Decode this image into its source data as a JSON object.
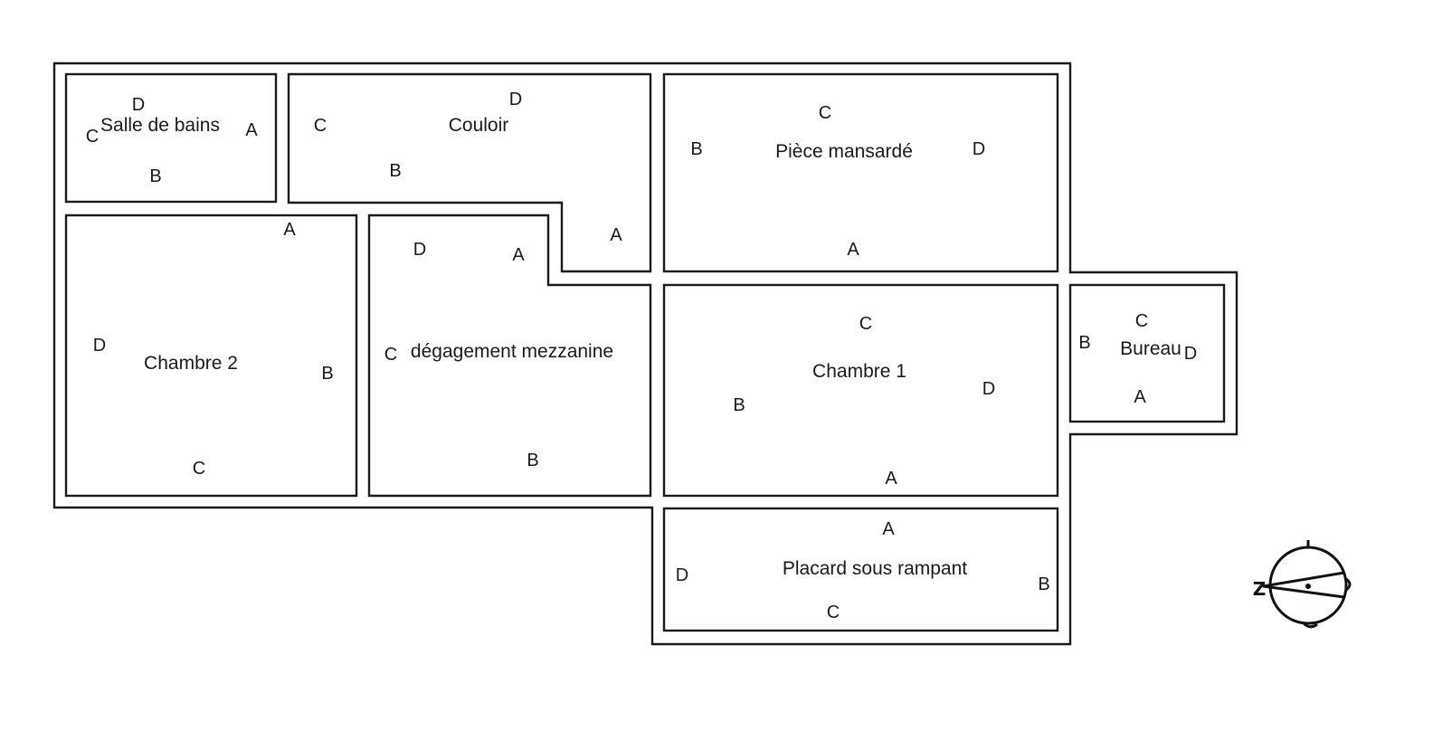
{
  "rooms": [
    {
      "id": "salle-de-bains",
      "name": "Salle de bains",
      "walls": {
        "A": "A",
        "B": "B",
        "C": "C",
        "D": "D"
      }
    },
    {
      "id": "couloir",
      "name": "Couloir",
      "walls": {
        "A": "A",
        "B": "B",
        "C": "C",
        "D": "D"
      }
    },
    {
      "id": "piece-mansarde",
      "name": "Pièce mansardé",
      "walls": {
        "A": "A",
        "B": "B",
        "C": "C",
        "D": "D"
      }
    },
    {
      "id": "chambre-2",
      "name": "Chambre 2",
      "walls": {
        "A": "A",
        "B": "B",
        "C": "C",
        "D": "D"
      }
    },
    {
      "id": "degagement-mezzanine",
      "name": "dégagement mezzanine",
      "walls": {
        "A": "A",
        "B": "B",
        "C": "C",
        "D": "D"
      }
    },
    {
      "id": "chambre-1",
      "name": "Chambre 1",
      "walls": {
        "A": "A",
        "B": "B",
        "C": "C",
        "D": "D"
      }
    },
    {
      "id": "bureau",
      "name": "Bureau",
      "walls": {
        "A": "A",
        "B": "B",
        "C": "C",
        "D": "D"
      }
    },
    {
      "id": "placard-sous-rampant",
      "name": "Placard sous rampant",
      "walls": {
        "A": "A",
        "B": "B",
        "C": "C",
        "D": "D"
      }
    }
  ],
  "compass": {
    "letter": "Z"
  }
}
